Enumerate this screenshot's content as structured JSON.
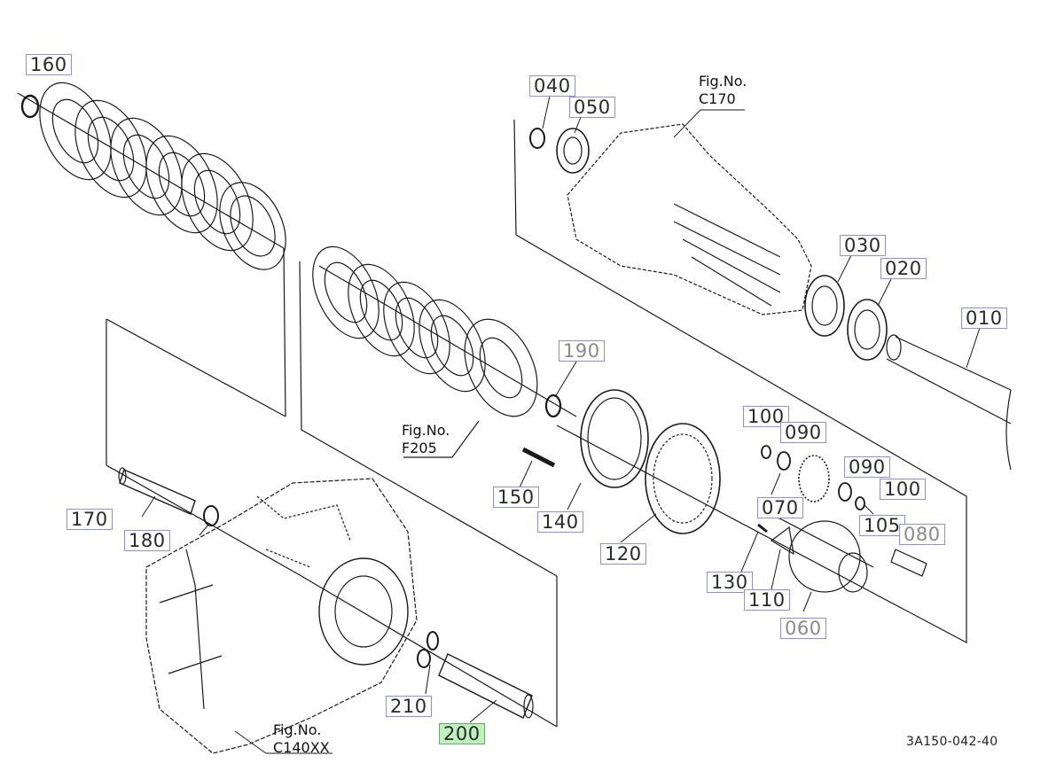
{
  "diagram_code": "3A150-042-40",
  "selected_part": "200",
  "part_labels": {
    "p160": "160",
    "p040": "040",
    "p050": "050",
    "p030": "030",
    "p020": "020",
    "p010": "010",
    "p190": "190",
    "p100a": "100",
    "p090a": "090",
    "p090b": "090",
    "p100b": "100",
    "p070": "070",
    "p105": "105",
    "p080": "080",
    "p150": "150",
    "p140": "140",
    "p120": "120",
    "p130": "130",
    "p110": "110",
    "p060": "060",
    "p170": "170",
    "p180": "180",
    "p210": "210",
    "p200": "200"
  },
  "figure_refs": {
    "c170": {
      "label": "Fig.No.",
      "code": "C170"
    },
    "f205": {
      "label": "Fig.No.",
      "code": "F205"
    },
    "c140xx": {
      "label": "Fig.No.",
      "code": "C140XX"
    }
  },
  "colors": {
    "label_border": "#8f8fd6",
    "selected_fill": "#bff0bf",
    "line": "#1a1a1a"
  }
}
